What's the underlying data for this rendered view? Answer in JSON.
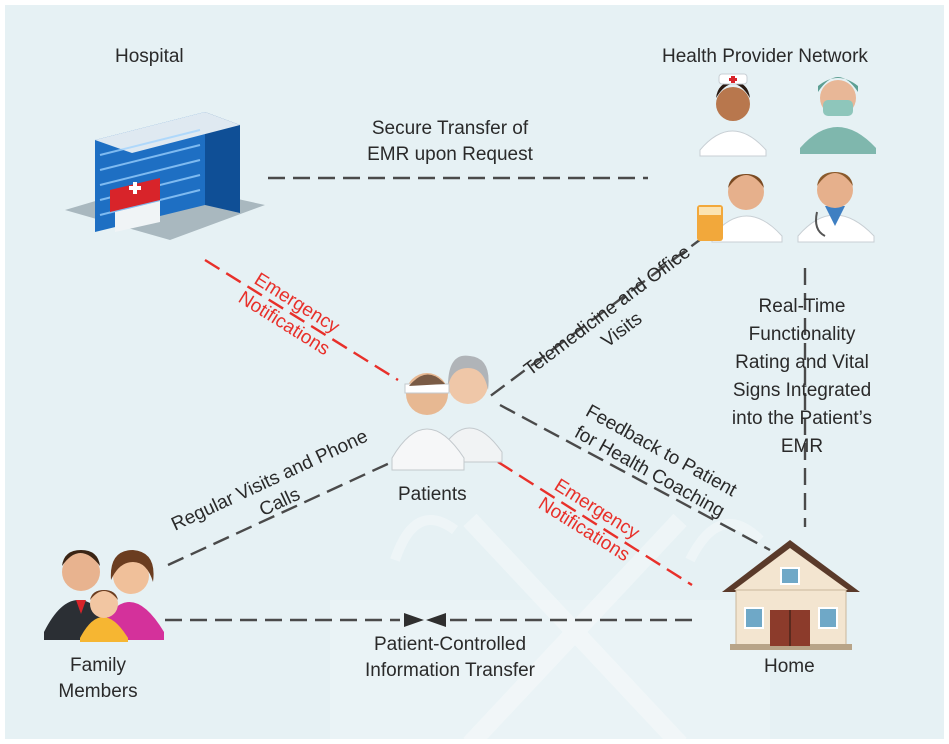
{
  "nodes": {
    "hospital": "Hospital",
    "network": "Health Provider Network",
    "patients": "Patients",
    "family_line1": "Family",
    "family_line2": "Members",
    "home": "Home"
  },
  "links": {
    "emr_line1": "Secure Transfer of",
    "emr_line2": "EMR upon Request",
    "emergency_top_line1": "Emergency",
    "emergency_top_line2": "Notifications",
    "tele_line1": "Telemedicine and Office",
    "tele_line2": "Visits",
    "realtime_line1": "Real-Time",
    "realtime_line2": "Functionality",
    "realtime_line3": "Rating and Vital",
    "realtime_line4": "Signs Integrated",
    "realtime_line5": "into the Patient’s",
    "realtime_line6": "EMR",
    "regular_line1": "Regular Visits and Phone",
    "regular_line2": "Calls",
    "feedback_line1": "Feedback to Patient",
    "feedback_line2": "for Health Coaching",
    "emergency_bottom_line1": "Emergency",
    "emergency_bottom_line2": "Notifications",
    "transfer_line1": "Patient-Controlled",
    "transfer_line2": "Information Transfer"
  },
  "colors": {
    "background": "#e6f1f4",
    "text": "#2a2a2a",
    "alert": "#e8302a",
    "dash": "#4a4a4a"
  },
  "icons": [
    "hospital-building-icon",
    "nurse-icon",
    "surgeon-icon",
    "pharmacist-icon",
    "doctor-icon",
    "patients-icon",
    "family-icon",
    "house-icon",
    "watermark-crest-icon"
  ]
}
